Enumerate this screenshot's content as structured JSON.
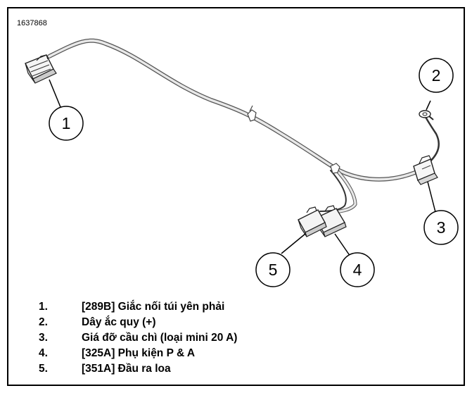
{
  "figure_id": "1637868",
  "callouts": [
    "1",
    "2",
    "3",
    "4",
    "5"
  ],
  "legend": [
    {
      "number": "1.",
      "text": "[289B] Giắc nối túi yên phải"
    },
    {
      "number": "2.",
      "text": "Dây ắc quy (+)"
    },
    {
      "number": "3.",
      "text": "Giá đỡ cầu chì (loại mini 20 A)"
    },
    {
      "number": "4.",
      "text": "[325A] Phụ kiện P & A"
    },
    {
      "number": "5.",
      "text": "[351A] Đầu ra loa"
    }
  ]
}
